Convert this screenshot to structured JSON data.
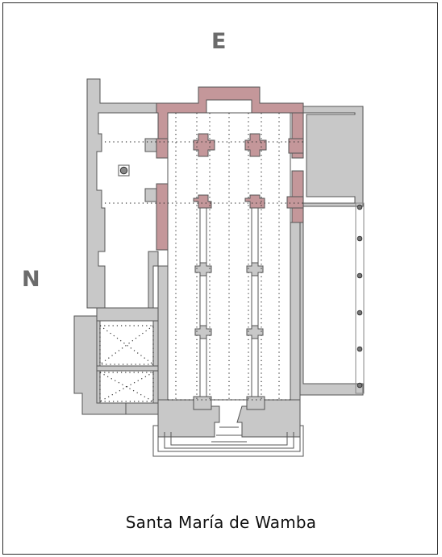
{
  "compass": {
    "east": "E",
    "north": "N"
  },
  "caption": "Santa María de Wamba",
  "colors": {
    "wall_later": "#c8c8c8",
    "wall_original": "#c4979a",
    "outline": "#555555",
    "frame": "#2b2b2b",
    "compass_text": "#6b6b6b"
  }
}
